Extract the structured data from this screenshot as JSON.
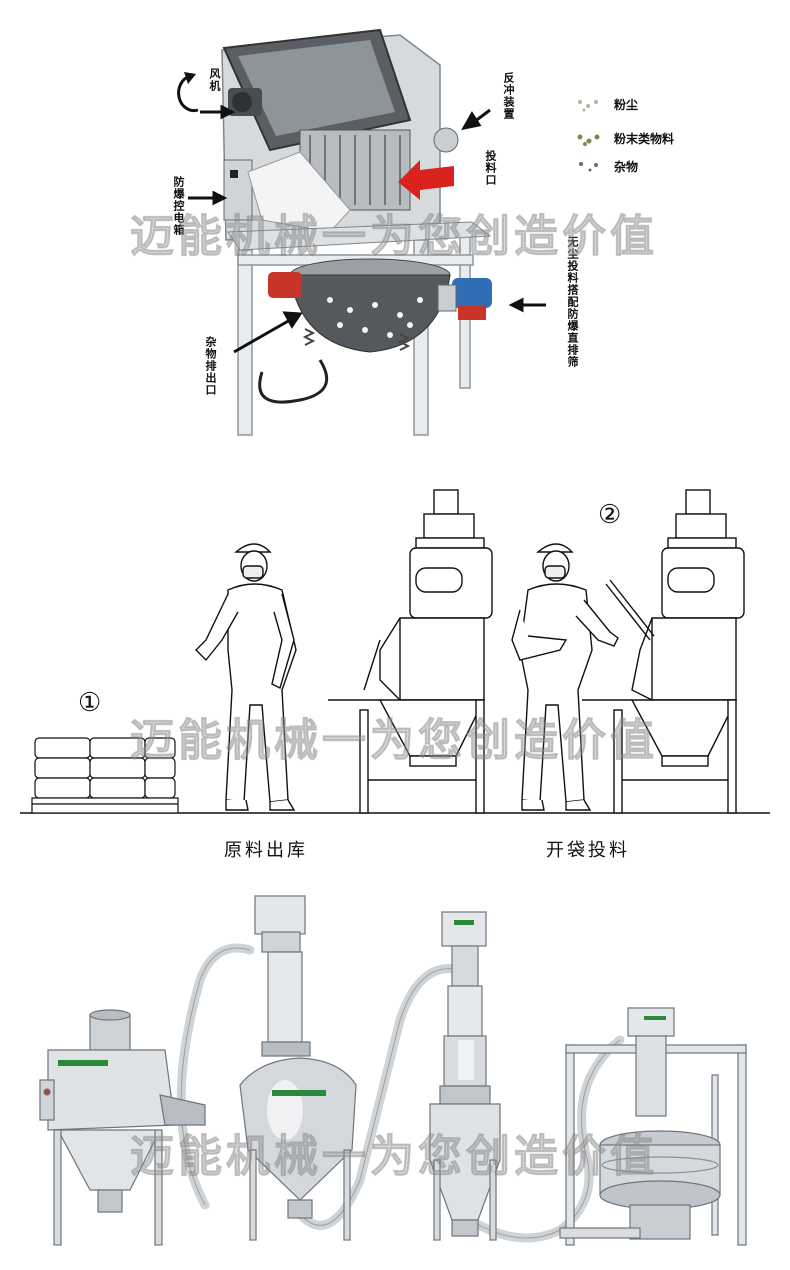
{
  "labels": {
    "fan": "风机",
    "backflush": "反冲装置",
    "feed_port": "投料口",
    "explosion_box": "防爆控电箱",
    "sieve": "无尘投料搭配防爆直排筛",
    "waste_outlet": "杂物排出口"
  },
  "legend": [
    {
      "label": "粉尘",
      "color": "#b9b39a"
    },
    {
      "label": "粉末类物料",
      "color": "#7d8a4a"
    },
    {
      "label": "杂物",
      "color": "#6a6a6a"
    }
  ],
  "steps": {
    "step1": {
      "number": "①",
      "caption": "原料出库"
    },
    "step2": {
      "number": "②",
      "caption": "开袋投料"
    }
  },
  "watermark": "迈能机械一为您创造价值",
  "colors": {
    "red_arrow": "#d8231f",
    "motor_red": "#c8342a",
    "motor_blue": "#2f6db5",
    "steel": "#c9ced3"
  }
}
